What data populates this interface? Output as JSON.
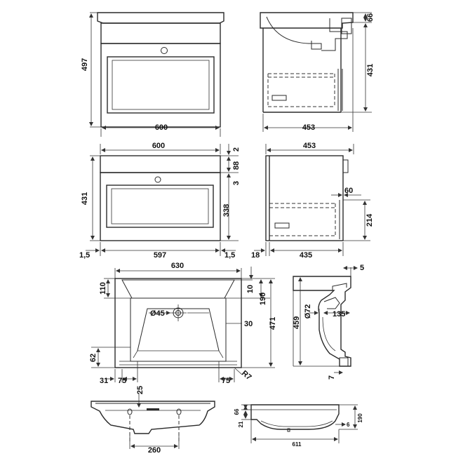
{
  "colors": {
    "line": "#2a2a2a",
    "background": "#ffffff"
  },
  "view1": {
    "width": "600",
    "height": "497"
  },
  "view2": {
    "depth": "453",
    "height": "431",
    "top": "66"
  },
  "view3": {
    "width": "600",
    "h_total": "431",
    "top_gap": "2",
    "top_rail": "88",
    "gap": "3",
    "drawer": "338",
    "side_left": "1,5",
    "inner": "597",
    "side_right": "1,5"
  },
  "view4": {
    "depth": "453",
    "back": "18",
    "carcass": "435",
    "recess": "60",
    "drawer_h": "214"
  },
  "view5": {
    "width": "630",
    "back_edge": "110",
    "rim_top": "10",
    "bowl_top": "190",
    "tap_hole": "Ø45",
    "rim_side": "30",
    "depth": "471",
    "front_rim": "62",
    "left_edge": "31",
    "left_bowl": "75",
    "right_bowl": "75",
    "radius": "R7"
  },
  "view6": {
    "top": "5",
    "waste": "Ø72",
    "trap": "135",
    "depth": "459",
    "bottom": "7"
  },
  "view7": {
    "hole": "25",
    "fixing": "260"
  },
  "view8": {
    "top": "66",
    "lip": "21",
    "height": "190",
    "offset": "6",
    "depth": "611"
  }
}
